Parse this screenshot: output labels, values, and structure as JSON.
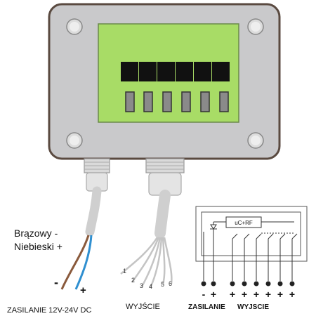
{
  "labels": {
    "brown": "Brązowy  -",
    "blue": "Niebieski +",
    "minus": "-",
    "plus": "+",
    "power_caption": "ZASILANIE 12V-24V DC",
    "outputs_caption": "WYJŚCIE",
    "wire_numbers": [
      "1",
      "2",
      "3",
      "4",
      "5",
      "6"
    ]
  },
  "schematic": {
    "module": "uC+RF",
    "pins": [
      "-",
      "+",
      "+",
      "+",
      "+",
      "+",
      "+",
      "+"
    ],
    "power_label": "ZASILANIE",
    "outputs_label": "WYJSCIE"
  },
  "colors": {
    "enclosure": "#c9c9cb",
    "enclosure_border": "#5a4a40",
    "panel": "#a8dc66",
    "display": "#111111",
    "led": "#8a8a8a",
    "wire_brown": "#8a5a3c",
    "wire_blue": "#2f8fd0"
  },
  "icons": {
    "screws": "screw-icon",
    "glands": "cable-gland-icon"
  }
}
